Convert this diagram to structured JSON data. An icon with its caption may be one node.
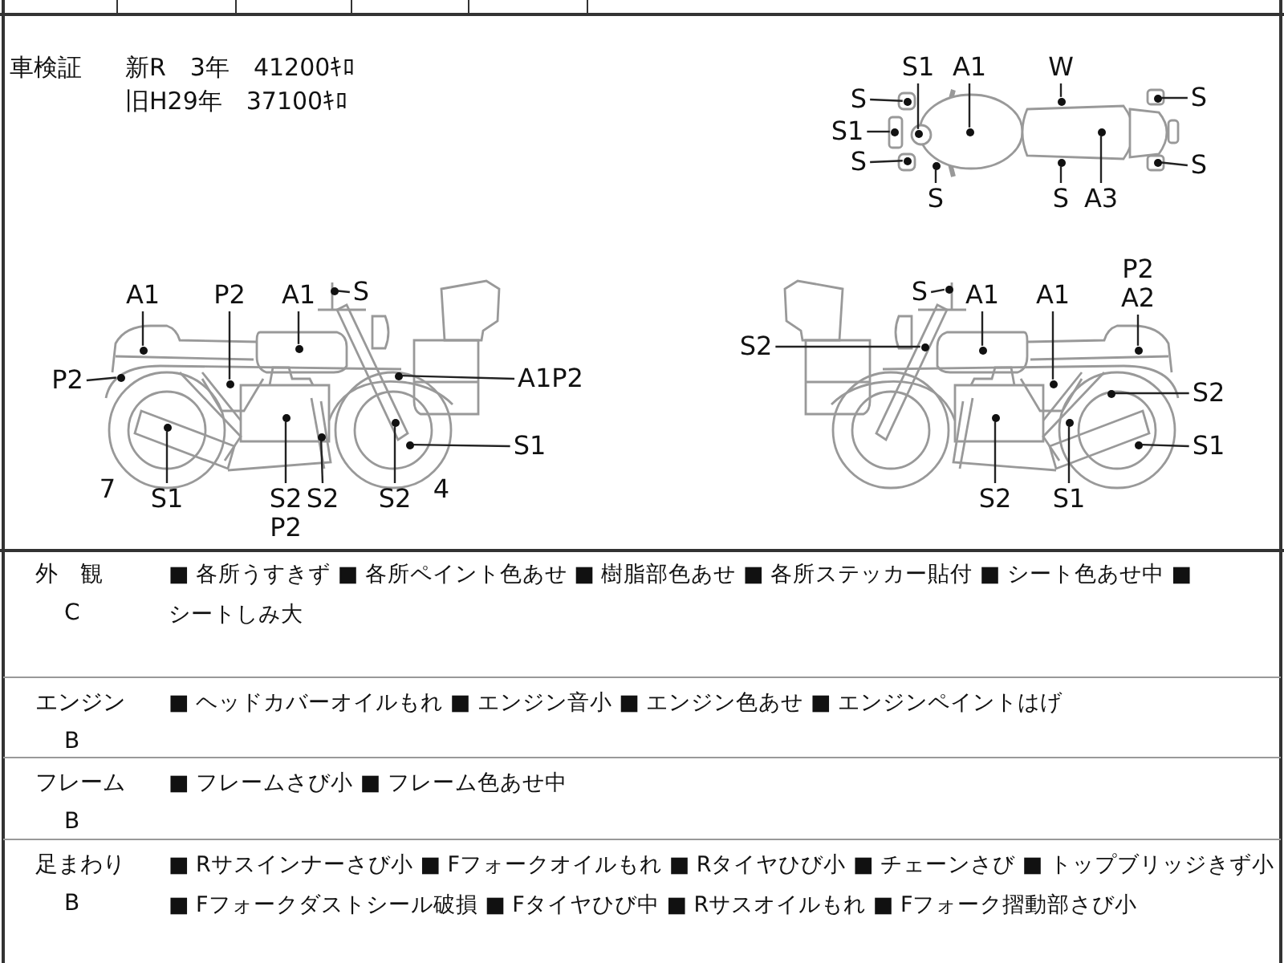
{
  "diagram": {
    "nodes": [
      {
        "text": [
          "S1"
        ]
      },
      {
        "text": [
          "A1"
        ]
      },
      {
        "text": [
          "W"
        ]
      },
      {
        "text": [
          "S"
        ]
      },
      {
        "text": [
          "S1"
        ]
      },
      {
        "text": [
          "S"
        ]
      },
      {
        "text": [
          "S"
        ]
      },
      {
        "text": [
          "S"
        ]
      },
      {
        "text": [
          "A3"
        ]
      },
      {
        "text": [
          "S"
        ]
      },
      {
        "text": [
          "S"
        ]
      },
      {
        "text": [
          "A1"
        ]
      },
      {
        "text": [
          "P2"
        ]
      },
      {
        "text": [
          "A1"
        ]
      },
      {
        "text": [
          "S"
        ]
      },
      {
        "text": [
          "P2"
        ]
      },
      {
        "text": [
          "A1P2"
        ]
      },
      {
        "text": [
          "S1"
        ]
      },
      {
        "text": [
          "S1"
        ]
      },
      {
        "text": [
          "S2",
          "P2"
        ]
      },
      {
        "text": [
          "S2"
        ]
      },
      {
        "text": [
          "S2"
        ]
      },
      {
        "text": [
          "S"
        ]
      },
      {
        "text": [
          "A1"
        ]
      },
      {
        "text": [
          "A1"
        ]
      },
      {
        "text": [
          "P2",
          "A2"
        ]
      },
      {
        "text": [
          "S2"
        ]
      },
      {
        "text": [
          "S2"
        ]
      },
      {
        "text": [
          "S1"
        ]
      },
      {
        "text": [
          "S2"
        ]
      },
      {
        "text": [
          "S1"
        ]
      },
      {
        "text": [],
        "shape": "dot"
      },
      {
        "text": [],
        "shape": "dot"
      },
      {
        "text": [],
        "shape": "dot"
      },
      {
        "text": [],
        "shape": "dot"
      },
      {
        "text": [],
        "shape": "dot"
      },
      {
        "text": [],
        "shape": "dot"
      },
      {
        "text": [],
        "shape": "dot"
      },
      {
        "text": [],
        "shape": "dot"
      },
      {
        "text": [],
        "shape": "dot"
      },
      {
        "text": [],
        "shape": "dot"
      },
      {
        "text": [],
        "shape": "dot"
      },
      {
        "text": [],
        "shape": "dot"
      },
      {
        "text": [],
        "shape": "dot"
      },
      {
        "text": [],
        "shape": "dot"
      },
      {
        "text": [],
        "shape": "dot"
      },
      {
        "text": [],
        "shape": "dot"
      },
      {
        "text": [],
        "shape": "dot"
      },
      {
        "text": [],
        "shape": "dot"
      },
      {
        "text": [],
        "shape": "dot"
      },
      {
        "text": [],
        "shape": "dot"
      },
      {
        "text": [],
        "shape": "dot"
      },
      {
        "text": [],
        "shape": "dot"
      },
      {
        "text": [],
        "shape": "dot"
      },
      {
        "text": [],
        "shape": "dot"
      },
      {
        "text": [],
        "shape": "dot"
      },
      {
        "text": [],
        "shape": "dot"
      },
      {
        "text": [],
        "shape": "dot"
      },
      {
        "text": [],
        "shape": "dot"
      },
      {
        "text": [],
        "shape": "dot"
      },
      {
        "text": [],
        "shape": "dot"
      },
      {
        "text": [],
        "shape": "dot"
      }
    ],
    "edges": [
      {
        "from": 0,
        "to": 31,
        "arrow": "none"
      },
      {
        "from": 1,
        "to": 32,
        "arrow": "none"
      },
      {
        "from": 2,
        "to": 33,
        "arrow": "none"
      },
      {
        "from": 3,
        "to": 34,
        "arrow": "none"
      },
      {
        "from": 4,
        "to": 35,
        "arrow": "none"
      },
      {
        "from": 5,
        "to": 36,
        "arrow": "none"
      },
      {
        "from": 6,
        "to": 37,
        "arrow": "none"
      },
      {
        "from": 7,
        "to": 38,
        "arrow": "none"
      },
      {
        "from": 8,
        "to": 39,
        "arrow": "none"
      },
      {
        "from": 9,
        "to": 40,
        "arrow": "none"
      },
      {
        "from": 10,
        "to": 41,
        "arrow": "none"
      },
      {
        "from": 11,
        "to": 42,
        "arrow": "none"
      },
      {
        "from": 12,
        "to": 43,
        "arrow": "none"
      },
      {
        "from": 13,
        "to": 44,
        "arrow": "none"
      },
      {
        "from": 14,
        "to": 45,
        "arrow": "none"
      },
      {
        "from": 15,
        "to": 46,
        "arrow": "none"
      },
      {
        "from": 16,
        "to": 47,
        "arrow": "none"
      },
      {
        "from": 17,
        "to": 48,
        "arrow": "none"
      },
      {
        "from": 18,
        "to": 49,
        "arrow": "none"
      },
      {
        "from": 19,
        "to": 50,
        "arrow": "none"
      },
      {
        "from": 20,
        "to": 51,
        "arrow": "none"
      },
      {
        "from": 21,
        "to": 52,
        "arrow": "none"
      },
      {
        "from": 22,
        "to": 53,
        "arrow": "none"
      },
      {
        "from": 23,
        "to": 54,
        "arrow": "none"
      },
      {
        "from": 24,
        "to": 55,
        "arrow": "none"
      },
      {
        "from": 25,
        "to": 56,
        "arrow": "none"
      },
      {
        "from": 26,
        "to": 57,
        "arrow": "none"
      },
      {
        "from": 27,
        "to": 58,
        "arrow": "none"
      },
      {
        "from": 28,
        "to": 59,
        "arrow": "none"
      },
      {
        "from": 29,
        "to": 60,
        "arrow": "none"
      },
      {
        "from": 30,
        "to": 61,
        "arrow": "none"
      }
    ],
    "labels": [
      "車検証",
      "新R　3年　41200ｷﾛ",
      "旧H29年　37100ｷﾛ",
      "7",
      "4",
      "外　観",
      "C",
      "■ 各所うすきず ■ 各所ペイント色あせ ■ 樹脂部色あせ ■ 各所ステッカー貼付 ■ シート色あせ中 ■ シートしみ大",
      "エンジン",
      "B",
      "■ ヘッドカバーオイルもれ ■ エンジン音小 ■ エンジン色あせ ■ エンジンペイントはげ",
      "フレーム",
      "B",
      "■ フレームさび小 ■ フレーム色あせ中",
      "足まわり",
      "B",
      "■ Rサスインナーさび小 ■ Fフォークオイルもれ ■ Rタイヤひび小 ■ チェーンさび ■ トップブリッジきず小 ■ Fフォークダストシール破損 ■ Fタイヤひび中 ■ Rサスオイルもれ ■ Fフォーク摺動部さび小"
    ]
  }
}
